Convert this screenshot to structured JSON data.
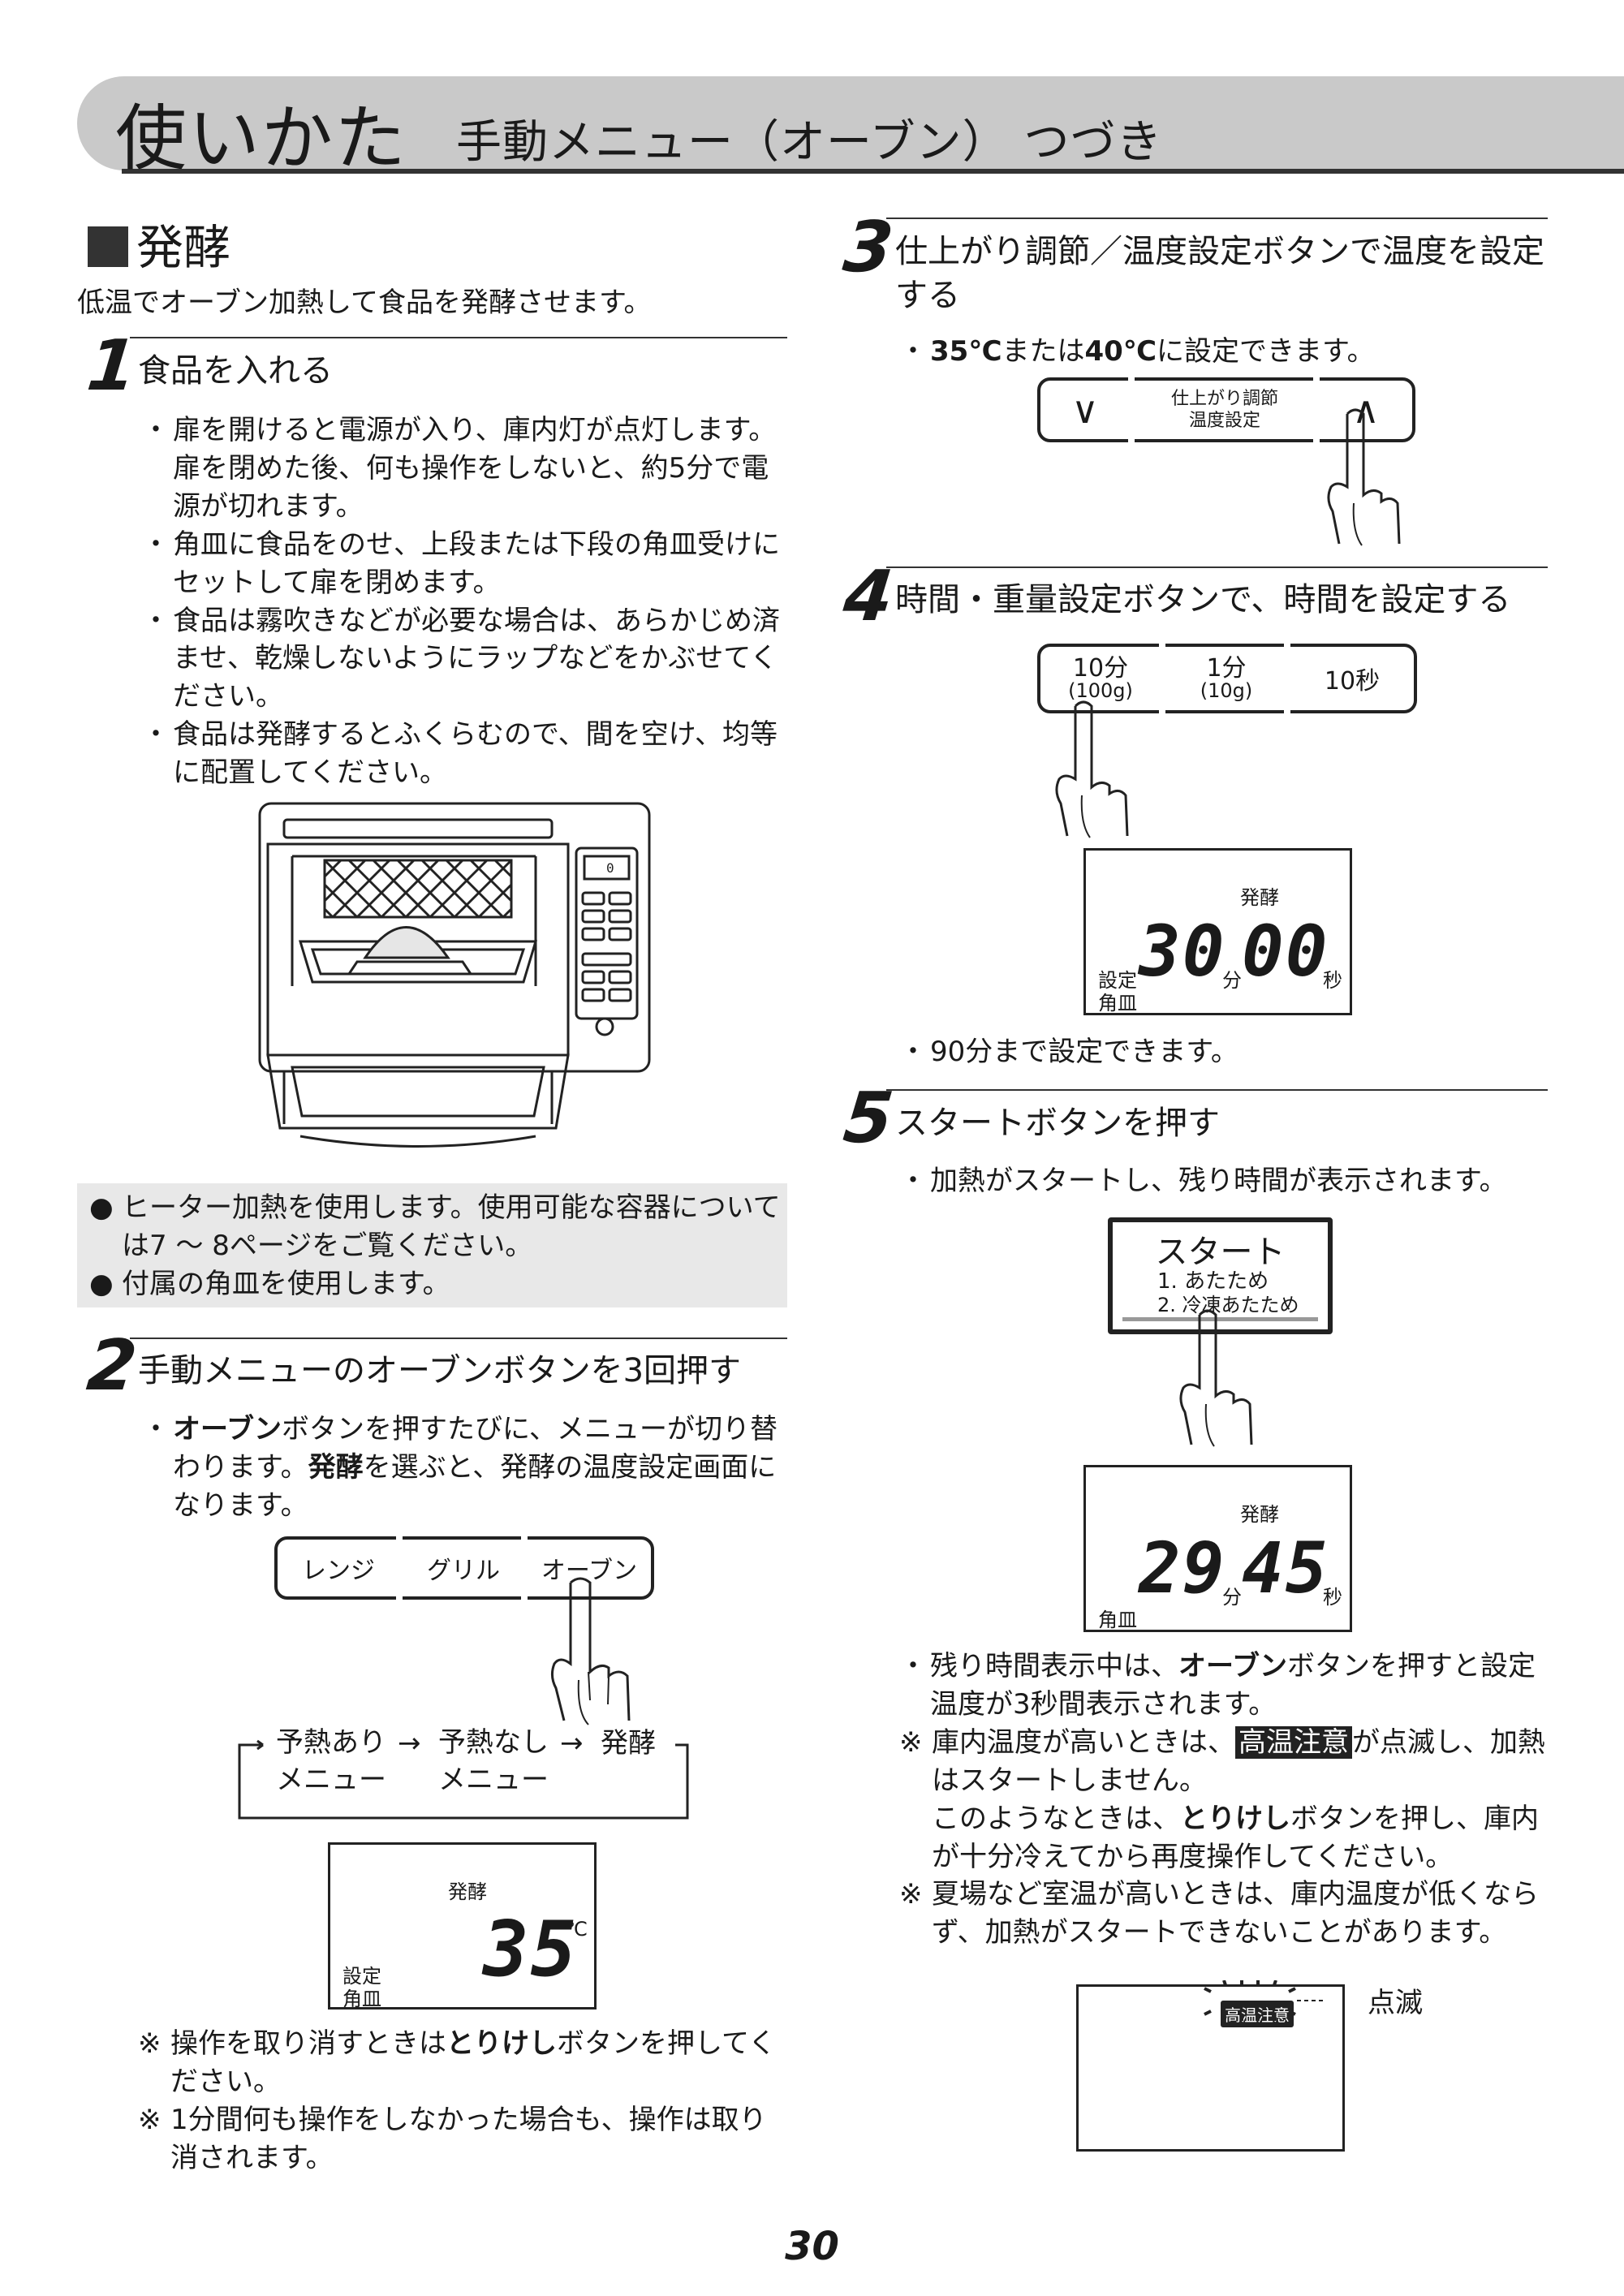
{
  "header": {
    "title": "使いかた",
    "subtitle": "手動メニュー（オーブン） つづき"
  },
  "section": {
    "title": "発酵",
    "intro": "低温でオーブン加熱して食品を発酵させます。"
  },
  "step1": {
    "num": "1",
    "title": "食品を入れる",
    "bullets": [
      "扉を開けると電源が入り、庫内灯が点灯します。扉を閉めた後、何も操作をしないと、約5分で電源が切れます。",
      "角皿に食品をのせ、上段または下段の角皿受けにセットして扉を閉めます。",
      "食品は霧吹きなどが必要な場合は、あらかじめ済ませ、乾燥しないようにラップなどをかぶせてください。",
      "食品は発酵するとふくらむので、間を空け、均等に配置してください。"
    ],
    "oven_display": "0"
  },
  "notebox": {
    "lines": [
      "ヒーター加熱を使用します。使用可能な容器については7 ～ 8ページをご覧ください。",
      "付属の角皿を使用します。"
    ],
    "marker": "●"
  },
  "step2": {
    "num": "2",
    "title": "手動メニューのオーブンボタンを3回押す",
    "bullet_parts": [
      "オーブン",
      "ボタンを押すたびに、メニューが切り替わります。",
      "発酵",
      "を選ぶと、発酵の温度設定画面になります。"
    ],
    "buttons": [
      "レンジ",
      "グリル",
      "オーブン"
    ],
    "cycle": {
      "item1_a": "予熱あり",
      "item1_b": "メニュー",
      "item2_a": "予熱なし",
      "item2_b": "メニュー",
      "item3": "発酵",
      "arrow": "→"
    },
    "lcd": {
      "mode": "発酵",
      "value": "35",
      "unit": "℃",
      "label1": "設定",
      "label2": "角皿"
    },
    "notes": [
      {
        "mark": "※",
        "a": "操作を取り消すときは",
        "b": "とりけし",
        "c": "ボタンを押してください。"
      },
      {
        "mark": "※",
        "a": "1分間何も操作をしなかった場合も、操作は取り消されます。"
      }
    ]
  },
  "step3": {
    "num": "3",
    "title": "仕上がり調節／温度設定ボタンで温度を設定する",
    "bullet_parts": [
      "35℃",
      "または",
      "40℃",
      "に設定できます。"
    ],
    "panel": {
      "down": "∨",
      "up": "∧",
      "label1": "仕上がり調節",
      "label2": "温度設定"
    }
  },
  "step4": {
    "num": "4",
    "title": "時間・重量設定ボタンで、時間を設定する",
    "buttons": [
      {
        "a": "10分",
        "b": "(100g)"
      },
      {
        "a": "1分",
        "b": "(10g)"
      },
      {
        "a": "10秒",
        "b": ""
      }
    ],
    "lcd": {
      "mode": "発酵",
      "min": "30",
      "sec": "00",
      "min_unit": "分",
      "sec_unit": "秒",
      "label1": "設定",
      "label2": "角皿"
    },
    "bullet": "90分まで設定できます。"
  },
  "step5": {
    "num": "5",
    "title": "スタートボタンを押す",
    "bullet": "加熱がスタートし、残り時間が表示されます。",
    "start_button": {
      "title": "スタート",
      "line1": "1. あたため",
      "line2": "2. 冷凍あたため"
    },
    "lcd": {
      "mode": "発酵",
      "min": "29",
      "sec": "45",
      "min_unit": "分",
      "sec_unit": "秒",
      "label2": "角皿"
    },
    "bullet2_parts": [
      "残り時間表示中は、",
      "オーブン",
      "ボタンを押すと設定温度が3秒間表示されます。"
    ],
    "note1_parts": [
      "庫内温度が高いときは、",
      "高温注意",
      "が点滅し、加熱はスタートしません。"
    ],
    "note1_b_parts": [
      "このようなときは、",
      "とりけし",
      "ボタンを押し、庫内が十分冷えてから再度操作してください。"
    ],
    "note2": "夏場など室温が高いときは、庫内温度が低くならず、加熱がスタートできないことがあります。",
    "blink_badge": "高温注意",
    "blink_label": "点滅",
    "mark": "※"
  },
  "page_number": "30"
}
